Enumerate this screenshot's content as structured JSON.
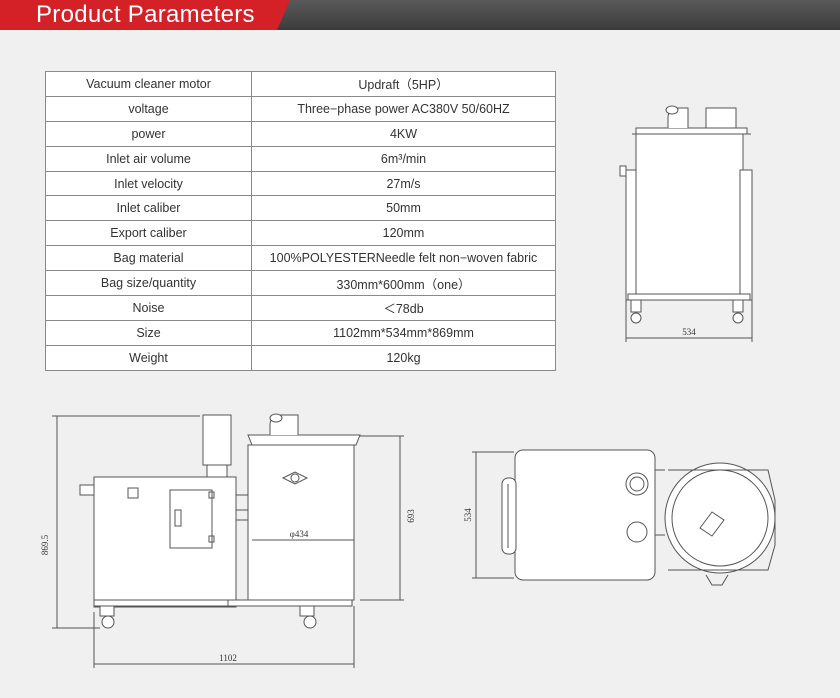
{
  "header": {
    "title": "Product Parameters"
  },
  "parameters": [
    {
      "label": "Vacuum cleaner motor",
      "value": "Updraft（5HP）"
    },
    {
      "label": "voltage",
      "value": "Three−phase power AC380V 50/60HZ"
    },
    {
      "label": "power",
      "value": "4KW"
    },
    {
      "label": "Inlet air volume",
      "value": "6m³/min"
    },
    {
      "label": "Inlet velocity",
      "value": "27m/s"
    },
    {
      "label": "Inlet caliber",
      "value": "50mm"
    },
    {
      "label": "Export caliber",
      "value": "120mm"
    },
    {
      "label": "Bag material",
      "value": "100%POLYESTERNeedle felt non−woven fabric"
    },
    {
      "label": "Bag size/quantity",
      "value": "330mm*600mm（one）"
    },
    {
      "label": "Noise",
      "value": "＜78db"
    },
    {
      "label": "Size",
      "value": "1102mm*534mm*869mm"
    },
    {
      "label": "Weight",
      "value": "120kg"
    }
  ],
  "drawings": {
    "front": {
      "width_dim": "534"
    },
    "side": {
      "height_dim": "869.5",
      "tank_height_dim": "693",
      "diameter_dim": "φ434",
      "length_dim": "1102"
    },
    "top": {
      "width_dim": "534"
    }
  },
  "colors": {
    "header_red": "#d42027",
    "header_dark": "#474747",
    "line": "#555555"
  }
}
